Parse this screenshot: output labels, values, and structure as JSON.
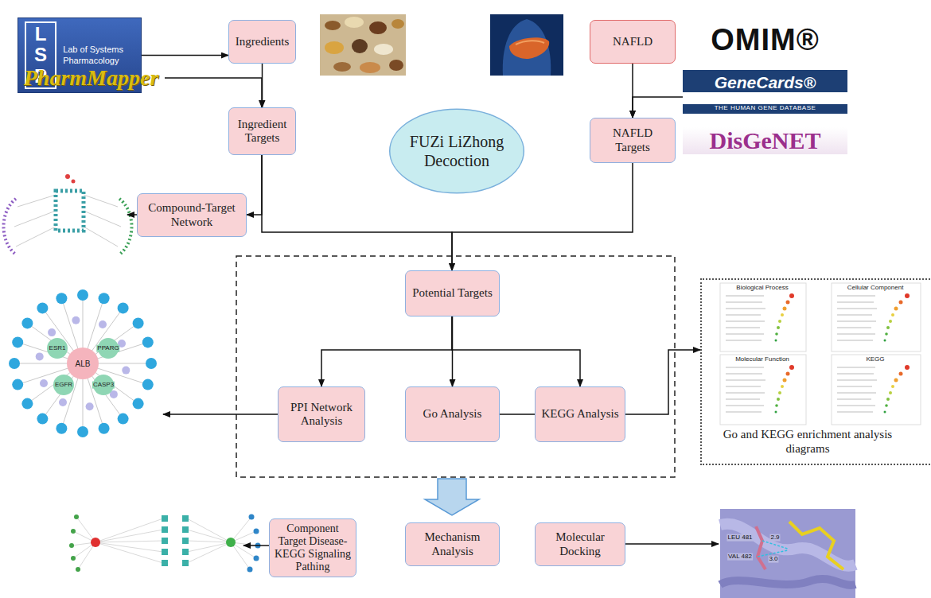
{
  "diagram": {
    "nodes": [
      {
        "text": [
          "LSP",
          "Lab of Systems Pharmacology"
        ]
      },
      {
        "text": [
          "Ingredients"
        ]
      },
      {
        "text": [
          "NAFLD"
        ]
      },
      {
        "text": [
          "OMIM®",
          "GeneCards®",
          "THE HUMAN GENE DATABASE",
          "DisGeNET"
        ]
      },
      {
        "text": [
          "PharmMapper"
        ]
      },
      {
        "text": [
          "Ingredient Targets"
        ]
      },
      {
        "text": [
          "FUZi LiZhong Decoction"
        ]
      },
      {
        "text": [
          "NAFLD Targets"
        ]
      },
      {
        "text": [
          "Compound-Target Network"
        ]
      },
      {
        "text": [
          "Potential Targets"
        ]
      },
      {
        "text": [
          "PPI Network Analysis"
        ]
      },
      {
        "text": [
          "Go Analysis"
        ]
      },
      {
        "text": [
          "KEGG Analysis"
        ]
      },
      {
        "text": [
          "Go and KEGG enrichment analysis diagrams"
        ]
      },
      {
        "text": [
          "Component Target Disease-KEGG Signaling Pathing"
        ]
      },
      {
        "text": [
          "Mechanism Analysis"
        ]
      },
      {
        "text": [
          "Molecular Docking"
        ]
      }
    ],
    "edges": [
      {
        "from": 0,
        "to": 1,
        "arrow": "to"
      },
      {
        "from": 1,
        "to": 5,
        "arrow": "to"
      },
      {
        "from": 4,
        "to": 5,
        "arrow": "to"
      },
      {
        "from": 2,
        "to": 7,
        "arrow": "to"
      },
      {
        "from": 3,
        "to": 7,
        "arrow": "to"
      },
      {
        "from": 5,
        "to": 8,
        "arrow": "to"
      },
      {
        "from": 5,
        "to": 9,
        "arrow": "to"
      },
      {
        "from": 7,
        "to": 9,
        "arrow": "to"
      },
      {
        "from": 9,
        "to": 10,
        "arrow": "to"
      },
      {
        "from": 9,
        "to": 11,
        "arrow": "to"
      },
      {
        "from": 9,
        "to": 12,
        "arrow": "to"
      },
      {
        "from": 11,
        "to": 12,
        "arrow": "none"
      },
      {
        "from": 12,
        "to": 13,
        "arrow": "to"
      }
    ],
    "labels": [
      "Biological Process",
      "Cellular Component",
      "Molecular Function",
      "KEGG",
      "ALB",
      "EGFR",
      "ESR1",
      "CASP3",
      "PPARG",
      "LEU 481",
      "VAL 482",
      "2.9",
      "3.0"
    ]
  }
}
